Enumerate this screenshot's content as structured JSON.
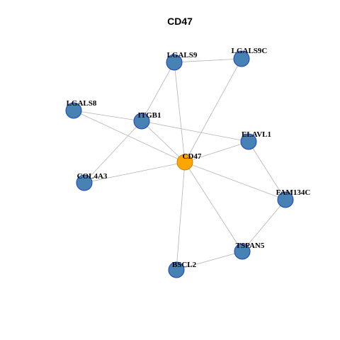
{
  "title": "CD47",
  "colors": {
    "hub_fill": "#FFA500",
    "hub_stroke": "#C9830A",
    "node_fill": "#4682B4",
    "node_stroke": "#1F3FBF",
    "edge": "#B4B4B4"
  },
  "nodes": [
    {
      "id": "CD47",
      "label": "CD47",
      "hub": true
    },
    {
      "id": "LGALS9",
      "label": "LGALS9",
      "hub": false
    },
    {
      "id": "LGALS9C",
      "label": "LGALS9C",
      "hub": false
    },
    {
      "id": "LGALS8",
      "label": "LGALS8",
      "hub": false
    },
    {
      "id": "ITGB1",
      "label": "ITGB1",
      "hub": false
    },
    {
      "id": "ELAVL1",
      "label": "ELAVL1",
      "hub": false
    },
    {
      "id": "COL4A3",
      "label": "COL4A3",
      "hub": false
    },
    {
      "id": "FAM134C",
      "label": "FAM134C",
      "hub": false
    },
    {
      "id": "TSPAN5",
      "label": "TSPAN5",
      "hub": false
    },
    {
      "id": "BSCL2",
      "label": "BSCL2",
      "hub": false
    }
  ],
  "edges": [
    [
      "LGALS9",
      "LGALS9C"
    ],
    [
      "LGALS9",
      "ITGB1"
    ],
    [
      "LGALS9",
      "CD47"
    ],
    [
      "LGALS9C",
      "CD47"
    ],
    [
      "LGALS8",
      "ITGB1"
    ],
    [
      "LGALS8",
      "CD47"
    ],
    [
      "ITGB1",
      "CD47"
    ],
    [
      "ITGB1",
      "ELAVL1"
    ],
    [
      "ITGB1",
      "COL4A3"
    ],
    [
      "COL4A3",
      "CD47"
    ],
    [
      "ELAVL1",
      "CD47"
    ],
    [
      "ELAVL1",
      "FAM134C"
    ],
    [
      "CD47",
      "FAM134C"
    ],
    [
      "CD47",
      "TSPAN5"
    ],
    [
      "CD47",
      "BSCL2"
    ],
    [
      "FAM134C",
      "TSPAN5"
    ],
    [
      "TSPAN5",
      "BSCL2"
    ]
  ]
}
